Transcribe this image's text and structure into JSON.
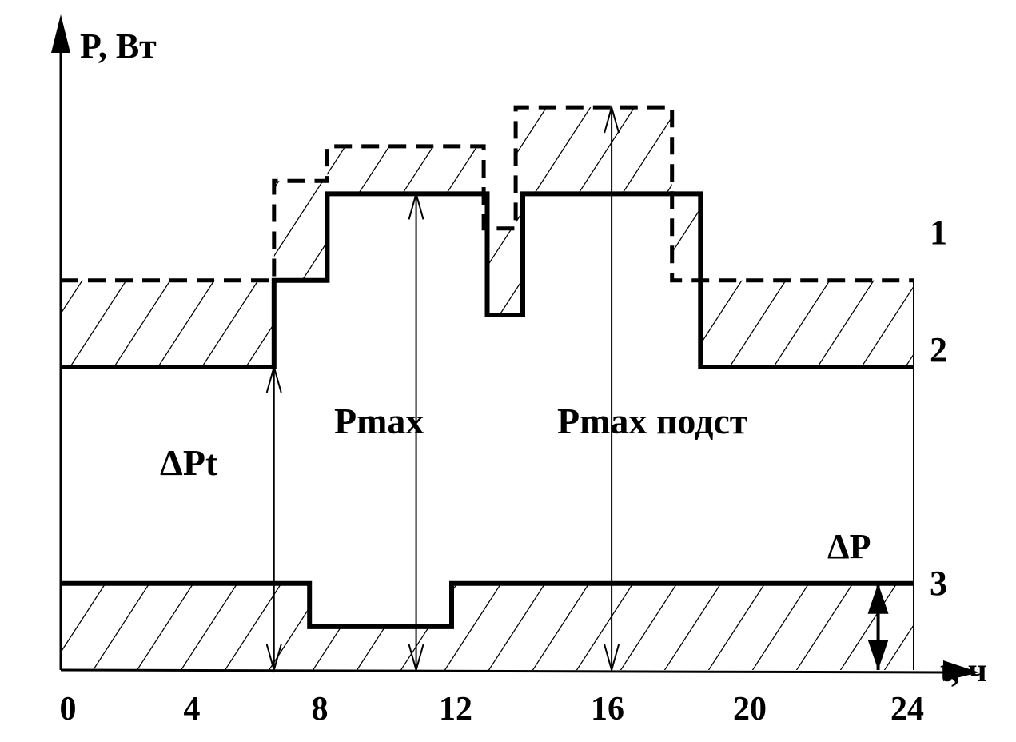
{
  "chart_data": {
    "type": "line",
    "x_label": "t, ч",
    "y_label": "P, Вт",
    "x_ticks": [
      "0",
      "4",
      "8",
      "12",
      "16",
      "20",
      "24"
    ],
    "xlim": [
      0,
      24
    ],
    "ylim": [
      0,
      14
    ],
    "grid": false,
    "series": [
      {
        "name": "1",
        "style": "dashed",
        "points": [
          [
            0,
            9
          ],
          [
            6,
            9
          ],
          [
            6,
            11.3
          ],
          [
            7.5,
            11.3
          ],
          [
            7.5,
            12.1
          ],
          [
            11.9,
            12.1
          ],
          [
            11.9,
            10.2
          ],
          [
            12.8,
            10.2
          ],
          [
            12.8,
            13
          ],
          [
            17.2,
            13
          ],
          [
            17.2,
            9
          ],
          [
            24,
            9
          ]
        ]
      },
      {
        "name": "2",
        "style": "solid",
        "points": [
          [
            0,
            7
          ],
          [
            6,
            7
          ],
          [
            6,
            9
          ],
          [
            7.5,
            9
          ],
          [
            7.5,
            11
          ],
          [
            12,
            11
          ],
          [
            12,
            8.2
          ],
          [
            13,
            8.2
          ],
          [
            13,
            11
          ],
          [
            18,
            11
          ],
          [
            18,
            7
          ],
          [
            24,
            7
          ]
        ]
      },
      {
        "name": "3",
        "style": "solid",
        "points": [
          [
            0,
            2
          ],
          [
            7,
            2
          ],
          [
            7,
            1
          ],
          [
            11,
            1
          ],
          [
            11,
            2
          ],
          [
            24,
            2
          ]
        ]
      }
    ],
    "annotations": [
      {
        "text": "Pmax",
        "type": "double-arrow",
        "x": 10,
        "y1": 0,
        "y2": 11
      },
      {
        "text": "Pmax подст",
        "type": "double-arrow",
        "x": 15.5,
        "y1": 0,
        "y2": 13
      },
      {
        "text": "ΔPt",
        "type": "double-arrow",
        "x": 6,
        "y1": 0,
        "y2": 7
      },
      {
        "text": "ΔP",
        "type": "double-arrow",
        "x": 23,
        "y1": 0,
        "y2": 2
      }
    ]
  }
}
